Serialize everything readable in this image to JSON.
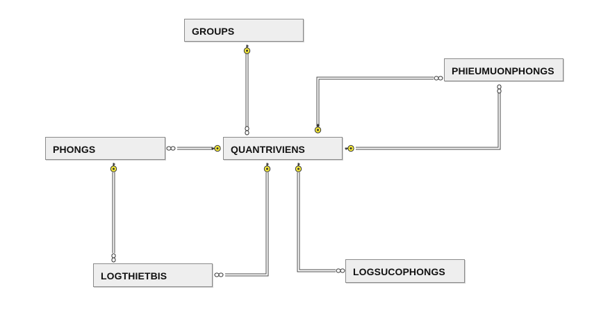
{
  "entities": {
    "groups": "GROUPS",
    "phieumuonphongs": "PHIEUMUONPHONGS",
    "phongs": "PHONGS",
    "quantriviens": "QUANTRIVIENS",
    "logthietbis": "LOGTHIETBIS",
    "logsucophongs": "LOGSUCOPHONGS"
  },
  "relationships": [
    {
      "from": "GROUPS",
      "to": "QUANTRIVIENS"
    },
    {
      "from": "QUANTRIVIENS",
      "to": "PHIEUMUONPHONGS"
    },
    {
      "from": "QUANTRIVIENS",
      "to": "PHONGS"
    },
    {
      "from": "PHONGS",
      "to": "LOGTHIETBIS"
    },
    {
      "from": "QUANTRIVIENS",
      "to": "LOGTHIETBIS"
    },
    {
      "from": "QUANTRIVIENS",
      "to": "LOGSUCOPHONGS"
    }
  ],
  "colors": {
    "key_fill": "#f5ea3a",
    "line": "#4a4a4a",
    "table_bg": "#eeeeee"
  }
}
